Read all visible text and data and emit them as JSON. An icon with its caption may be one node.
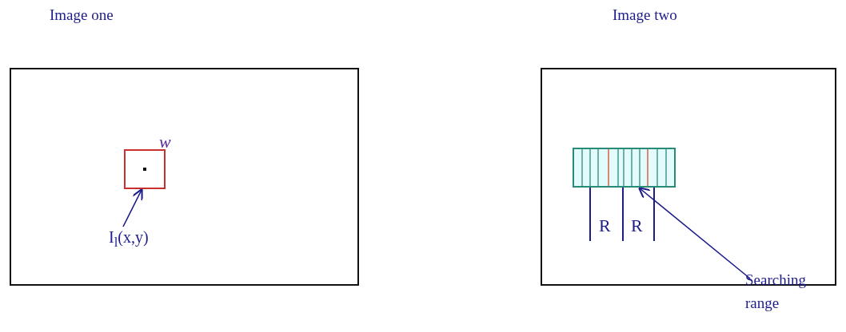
{
  "diagram": {
    "nodes": [
      {
        "text": [
          "Image one"
        ]
      },
      {
        "text": [],
        "shape": "box",
        "in": 0,
        "beside": [
          "w"
        ]
      },
      {
        "text": [
          "I$_{l}$(x,y)"
        ],
        "in": 0
      },
      {
        "text": [
          "Image two"
        ]
      },
      {
        "text": [],
        "shape": "box",
        "in": 3
      },
      {
        "text": [
          "Searching range"
        ]
      }
    ],
    "edges": [
      {
        "from": 2,
        "to": 1,
        "arrow": "to"
      },
      {
        "from": 5,
        "to": 4,
        "arrow": "to"
      }
    ],
    "labels": [
      "R",
      "R"
    ]
  }
}
